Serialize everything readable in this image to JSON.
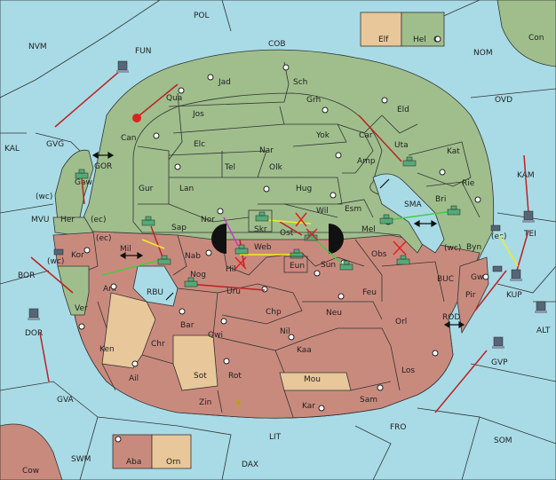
{
  "legend": [
    {
      "label": "Elf",
      "color": "#e8c79a"
    },
    {
      "label": "Hel",
      "color": "#9fbe8c"
    }
  ],
  "bottom_legend": [
    {
      "label": "Aba",
      "color": "#c98a7e"
    },
    {
      "label": "Orn",
      "color": "#e8c79a"
    }
  ],
  "sea_labels": [
    "POL",
    "NVM",
    "FUN",
    "COB",
    "NOM",
    "OVD",
    "KAL",
    "GVG",
    "GOR",
    "MVU",
    "KAM",
    "TEI",
    "BOR",
    "RBU",
    "BUC",
    "KUP",
    "ROD",
    "ALT",
    "DOR",
    "GVA",
    "GVP",
    "LIT",
    "FRO",
    "SOM",
    "SWM",
    "DAX",
    "SMA"
  ],
  "corner_land": [
    "Con",
    "Cow"
  ],
  "green_provinces": [
    "Jad",
    "Sch",
    "Qua",
    "Jos",
    "Grh",
    "Can",
    "Eld",
    "Yok",
    "Car",
    "Uta",
    "Elc",
    "Nar",
    "Tel",
    "Olk",
    "Amp",
    "Kat",
    "Gur",
    "Lan",
    "Hug",
    "Rie",
    "Esm",
    "Bri",
    "Sap",
    "Nor",
    "Wil",
    "Gaw",
    "Her",
    "Ver",
    "Skr"
  ],
  "red_provinces": [
    "Kor",
    "Ark",
    "Mil",
    "Nab",
    "Hil",
    "Web",
    "Ost",
    "Sun",
    "Eun",
    "Mel",
    "Obs",
    "Byn",
    "Gwa",
    "Pir",
    "Nog",
    "Uru",
    "Feu",
    "Bar",
    "Qwi",
    "Chp",
    "Neu",
    "Ken",
    "Nil",
    "Orl",
    "Kaa",
    "Ail",
    "Rot",
    "Los",
    "Zin",
    "Kar",
    "Sam"
  ],
  "tan_provinces": [
    "Chr",
    "Sot",
    "Mou"
  ],
  "coast_notes": [
    "(wc)",
    "(ec)",
    "(wc)",
    "(ec)",
    "(wc)",
    "(ec)"
  ]
}
